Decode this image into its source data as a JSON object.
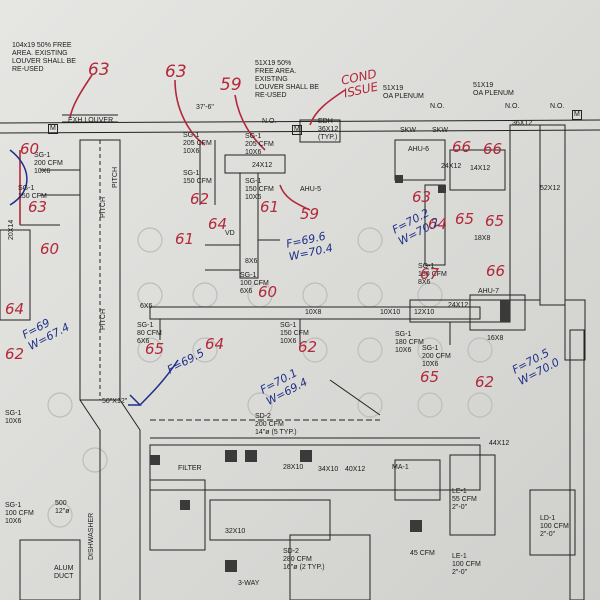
{
  "notes": [
    {
      "id": "louver-note-left",
      "text": "104x19 50% FREE\nAREA. EXISTING\nLOUVER SHALL BE\nRE-USED"
    },
    {
      "id": "louver-note-mid",
      "text": "51X19 50%\nFREE AREA.\nEXISTING\nLOUVER SHALL BE\nRE-USED"
    },
    {
      "id": "oa-plenum-1",
      "text": "51X19\nOA PLENUM"
    },
    {
      "id": "oa-plenum-2",
      "text": "51X19\nOA PLENUM"
    }
  ],
  "labels": {
    "exh_louver": "EXH LOUVER",
    "m1": "M",
    "m2": "M",
    "m3": "M",
    "no1": "N.O.",
    "no2": "N.O.",
    "no3": "N.O.",
    "no4": "N.O.",
    "eh_damper": "EDH\n36X12\n(TYP.)",
    "sg_205_a": "SG-1\n205 CFM\n10X6",
    "sg_205_b": "SG-1\n205 CFM\n10X6",
    "sg_150_a": "SG-1\n150 CFM",
    "sg_150_b": "SG-1\n150 CFM\n10X6",
    "sg_200_l": "SG-1\n200 CFM\n10X6",
    "sg_150_l": "SG-1\n150 CFM",
    "sg_100": "SG-1\n100 CFM\n6X6",
    "sg_80": "SG-1\n80 CFM\n6X6",
    "sg_150_c": "SG-1\n150 CFM\n10X6",
    "sg_180": "SG-1\n180 CFM\n10X6",
    "sg_150_r": "SG-1\n150 CFM\n8X6",
    "sg_200_r": "SG-1\n200 CFM\n10X6",
    "sg_100_low": "SG-1\n100 CFM\n10X6",
    "sg_left_low": "SG-1\n10X6",
    "sd_200": "SD-2\n200 CFM\n14\"ø (5 TYP.)",
    "sd_280": "SD-2\n280 CFM\n16\"ø (2 TYP.)",
    "ahu5": "AHU-5",
    "ahu6": "AHU-6",
    "ahu7": "AHU-7",
    "d24x12a": "24X12",
    "d24x12b": "24X12",
    "d24x12c": "24X12",
    "d14x12": "14X12",
    "d10x8": "10X8",
    "d10x10": "10X10",
    "d12x10": "12X10",
    "d6x6": "6X6",
    "d8x6": "8X6",
    "d52x12": "52X12",
    "d36x12": "36X12",
    "d32x10": "32X10",
    "d34x10": "34X10",
    "d40x12": "40X12",
    "d28x10": "28X10",
    "d50x12": "50\"X12\"",
    "d44x12": "44X12",
    "d16x8": "16X8",
    "d18x8": "18X8",
    "d20x14": "20X14",
    "alum_duct": "ALUM\nDUCT",
    "skw1": "SKW",
    "skw2": "SKW",
    "pitch1": "PITCH",
    "pitch2": "PITCH",
    "pitch3": "PITCH",
    "vd": "VD",
    "ma1": "MA-1",
    "le1": "LE-1\n55 CFM\n2\"-0\"",
    "le2": "LE-1\n100 CFM\n2\"-0\"",
    "ld1": "LD-1\n100 CFM\n2\"-0\"",
    "filter": "FILTER",
    "dim": "37'-6\"",
    "way": "3-WAY",
    "cfm_45": "45 CFM",
    "cfm_500": "500\n12\"ø",
    "dishwasher": "DISHWASHER"
  },
  "handwriting": {
    "red": [
      "63",
      "63",
      "59",
      "60",
      "60",
      "62",
      "64",
      "65",
      "64",
      "62",
      "63",
      "61",
      "61",
      "60",
      "59",
      "67",
      "65",
      "66",
      "65",
      "62",
      "66",
      "63",
      "64",
      "65",
      "66",
      "62",
      "64"
    ],
    "issue": "COND\nISSUE",
    "blue": [
      "F=69.6\nW=70.4",
      "F=69\nW=67.4",
      "F=69.5",
      "F=70.1\nW=69.4",
      "F=70.2\nW=70.2",
      "F=70.5\nW=70.0"
    ]
  }
}
